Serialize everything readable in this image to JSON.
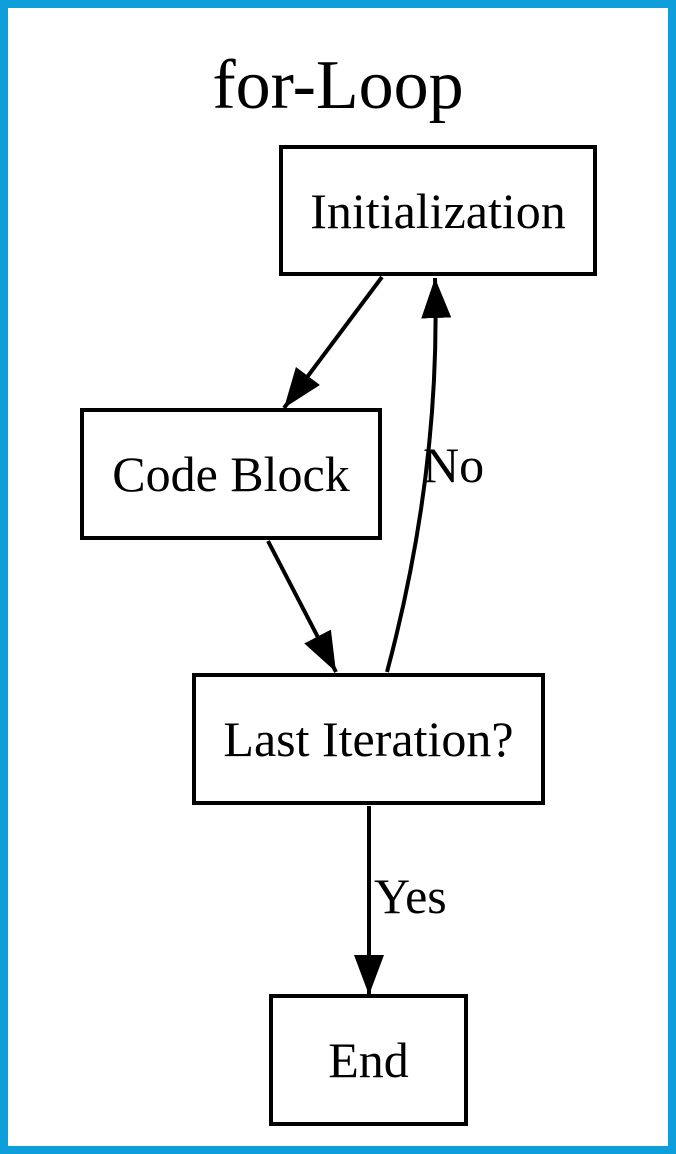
{
  "diagram": {
    "title": "for-Loop",
    "nodes": [
      {
        "id": "initialization",
        "label": "Initialization"
      },
      {
        "id": "code-block",
        "label": "Code Block"
      },
      {
        "id": "last-iteration",
        "label": "Last Iteration?"
      },
      {
        "id": "end",
        "label": "End"
      }
    ],
    "edges": [
      {
        "from": "initialization",
        "to": "code-block",
        "label": ""
      },
      {
        "from": "code-block",
        "to": "last-iteration",
        "label": ""
      },
      {
        "from": "last-iteration",
        "to": "initialization",
        "label": "No"
      },
      {
        "from": "last-iteration",
        "to": "end",
        "label": "Yes"
      }
    ],
    "colors": {
      "frame_border": "#0d9edb",
      "node_border": "#000000",
      "arrow": "#000000",
      "background": "#ffffff",
      "text": "#000000"
    }
  }
}
